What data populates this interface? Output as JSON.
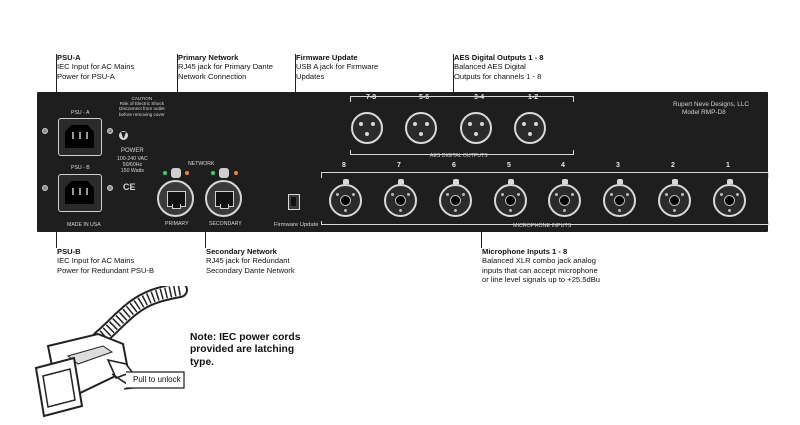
{
  "callouts": {
    "psu_a": {
      "title": "PSU-A",
      "lines": [
        "IEC Input for AC Mains",
        "Power for PSU-A"
      ]
    },
    "primary_network": {
      "title": "Primary Network",
      "lines": [
        "RJ45 jack for Primary Dante",
        "Network Connection"
      ]
    },
    "firmware_update": {
      "title": "Firmware Update",
      "lines": [
        "USB A jack for Firmware",
        "Updates"
      ]
    },
    "aes_outputs": {
      "title": "AES Digital Outputs 1 - 8",
      "lines": [
        "Balanced AES Digital",
        "Outputs for channels 1 - 8"
      ]
    },
    "psu_b": {
      "title": "PSU-B",
      "lines": [
        "IEC Input for AC Mains",
        "Power for Redundant PSU-B"
      ]
    },
    "secondary_network": {
      "title": "Secondary Network",
      "lines": [
        "RJ45 jack for Redundant",
        "Secondary Dante Network"
      ]
    },
    "mic_inputs": {
      "title": "Microphone Inputs 1 - 8",
      "lines": [
        "Balanced XLR combo jack analog",
        "inputs that can accept microphone",
        "or line level signals up to +25.5dBu"
      ]
    }
  },
  "panel": {
    "psu_a_label": "PSU - A",
    "psu_b_label": "PSU - B",
    "caution": [
      "CAUTION",
      "Risk of Electric Shock",
      "Disconnect from outlet",
      "before removing cover"
    ],
    "power_label": "POWER",
    "power_specs": [
      "100-240 VAC",
      "50/60Hz",
      "150 Watts"
    ],
    "ce_mark": "CE",
    "made_in": "MADE IN USA",
    "network_label": "NETWORK",
    "primary_label": "PRIMARY",
    "secondary_label": "SECONDARY",
    "firmware_label": "Firmware Update",
    "brand": "Rupert Neve Designs, LLC",
    "model": "Model RMP-D8",
    "aes_label": "AES DIGITAL OUTPUTS",
    "aes_channels": [
      "7-8",
      "5-6",
      "3-4",
      "1-2"
    ],
    "mic_label": "MICROPHONE INPUTS",
    "mic_channels": [
      "8",
      "7",
      "6",
      "5",
      "4",
      "3",
      "2",
      "1"
    ]
  },
  "note": {
    "lines": [
      "Note:  IEC power cords",
      "provided are  latching",
      "type."
    ]
  },
  "pull_label": "Pull to unlock",
  "colors": {
    "panel": "#1e1e1e",
    "led_green": "#3cd15a",
    "led_orange": "#f08a1c",
    "metal": "#d9d9d9"
  }
}
